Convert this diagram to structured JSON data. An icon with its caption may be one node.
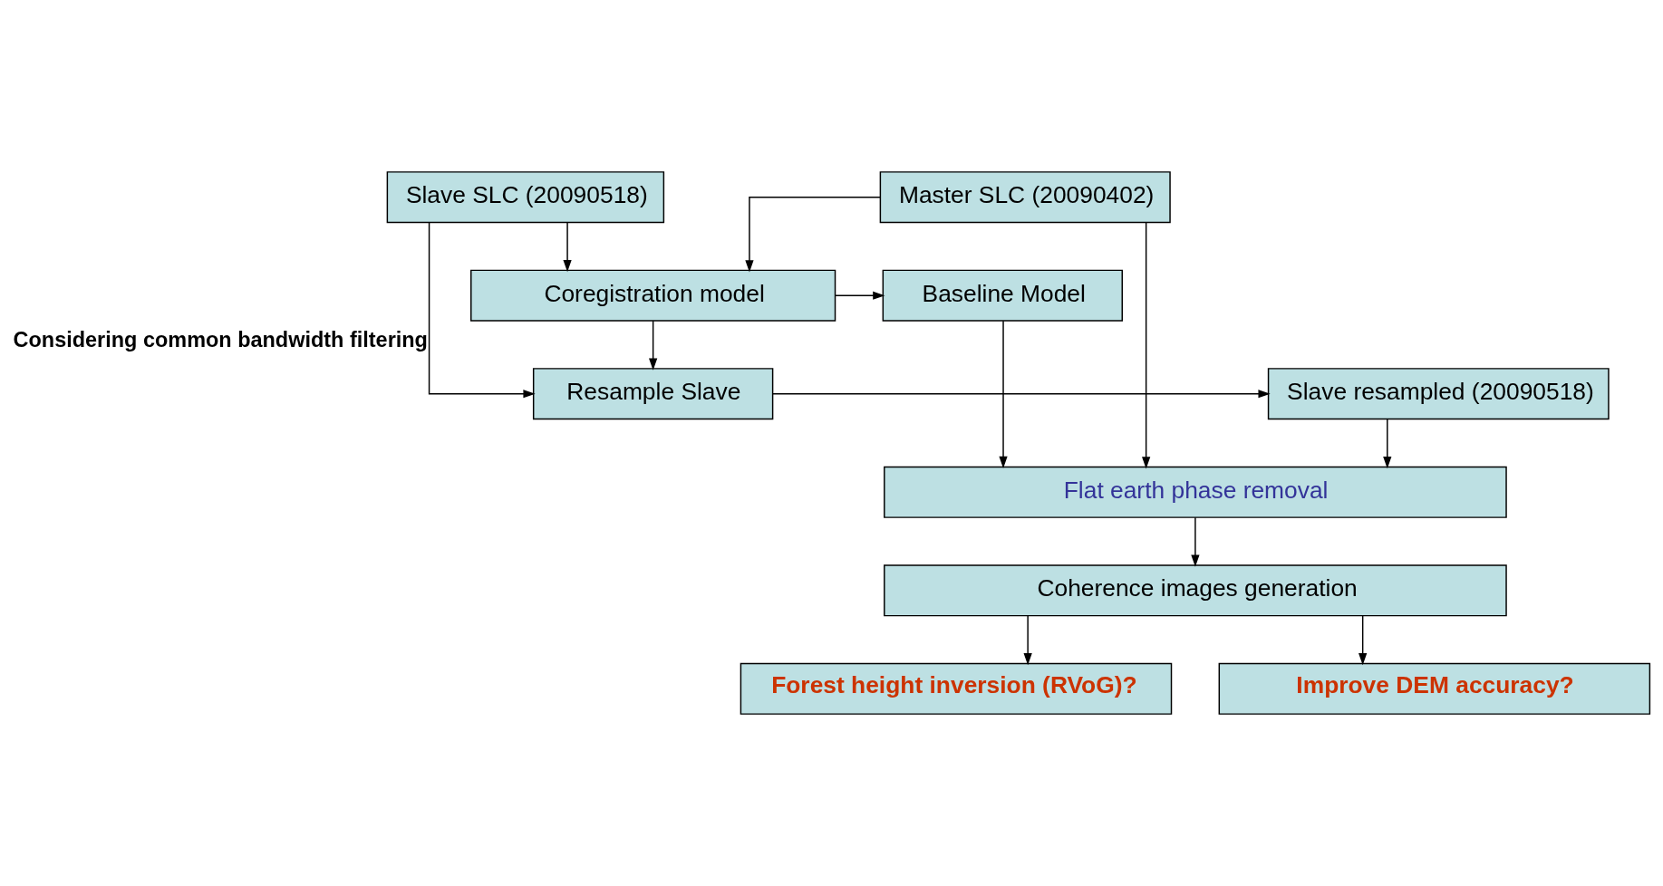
{
  "diagram": {
    "nodes": [
      {
        "text": [
          "Master SLC (20090402)"
        ]
      },
      {
        "text": [
          "Slave SLC (20090518)"
        ]
      },
      {
        "text": [
          "Baseline Model"
        ]
      },
      {
        "text": [
          "Coregistration model"
        ]
      },
      {
        "text": [
          "Slave resampled (20090518)"
        ]
      },
      {
        "text": [
          "Resample Slave"
        ]
      },
      {
        "text": [
          "Flat earth phase removal"
        ]
      },
      {
        "text": [
          "Coherence images generation"
        ]
      },
      {
        "text": [
          "Forest height inversion (RVoG)?"
        ]
      },
      {
        "text": [
          "Improve DEM accuracy?"
        ]
      }
    ],
    "edges": [
      {
        "from": 0,
        "to": 3,
        "arrow": "to"
      },
      {
        "from": 1,
        "to": 3,
        "arrow": "to"
      },
      {
        "from": 3,
        "to": 2,
        "arrow": "to"
      },
      {
        "from": 3,
        "to": 5,
        "arrow": "to"
      },
      {
        "from": 1,
        "to": 5,
        "arrow": "to",
        "label": "Considering common bandwidth filtering"
      },
      {
        "from": 5,
        "to": 4,
        "arrow": "to"
      },
      {
        "from": 0,
        "to": 6,
        "arrow": "to"
      },
      {
        "from": 2,
        "to": 6,
        "arrow": "to"
      },
      {
        "from": 4,
        "to": 6,
        "arrow": "to"
      },
      {
        "from": 6,
        "to": 7,
        "arrow": "to"
      },
      {
        "from": 7,
        "to": 8,
        "arrow": "to"
      },
      {
        "from": 7,
        "to": 9,
        "arrow": "to"
      }
    ]
  }
}
